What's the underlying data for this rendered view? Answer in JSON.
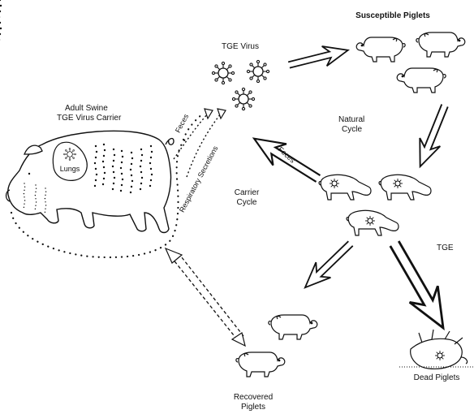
{
  "diagram": {
    "labels": {
      "susceptible_piglets": "Susceptible Piglets",
      "tge_virus": "TGE Virus",
      "adult_swine_line1": "Adult Swine",
      "adult_swine_line2": "TGE Virus Carrier",
      "lungs": "Lungs",
      "feces_left": "Feces",
      "respiratory_secretions": "Respiratory Secretions",
      "feces_arrow": "Feces",
      "natural_cycle_line1": "Natural",
      "natural_cycle_line2": "Cycle",
      "carrier_cycle_line1": "Carrier",
      "carrier_cycle_line2": "Cycle",
      "tge": "TGE",
      "dead_piglets": "Dead Piglets",
      "recovered_piglets_line1": "Recovered",
      "recovered_piglets_line2": "Piglets"
    },
    "colors": {
      "line": "#111111",
      "background": "#ffffff"
    },
    "icons": [
      "virus-particle-icon",
      "pig-icon",
      "hollow-arrow-icon",
      "dashed-arrow-icon"
    ]
  }
}
